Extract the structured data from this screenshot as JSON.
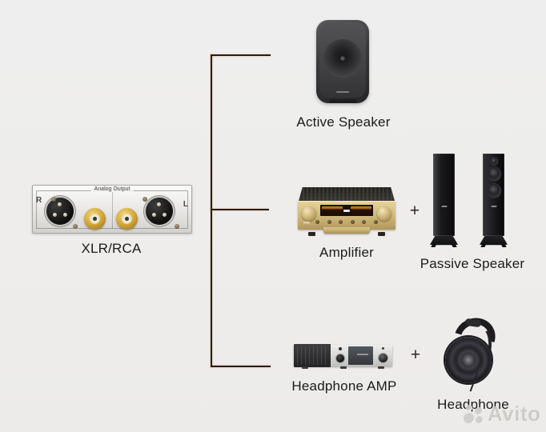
{
  "source": {
    "label": "XLR/RCA",
    "panel_title": "Analog Output",
    "left_channel": "R",
    "right_channel": "L"
  },
  "branches": {
    "top": {
      "device": "Active Speaker"
    },
    "middle": {
      "device": "Amplifier",
      "plus": "+",
      "companion": "Passive Speaker"
    },
    "bottom": {
      "device": "Headphone AMP",
      "plus": "+",
      "companion": "Headphone"
    }
  },
  "watermark": {
    "brand": "Avito"
  },
  "colors": {
    "background": "#eeedec",
    "connector_line": "#2b1c10",
    "label_text": "#1b1b1b",
    "amplifier_gold": "#cdb77e",
    "rca_gold": "#cda233",
    "xlr_panel_silver": "#e7e6e4",
    "watermark_gray": "#cbc9c6"
  }
}
